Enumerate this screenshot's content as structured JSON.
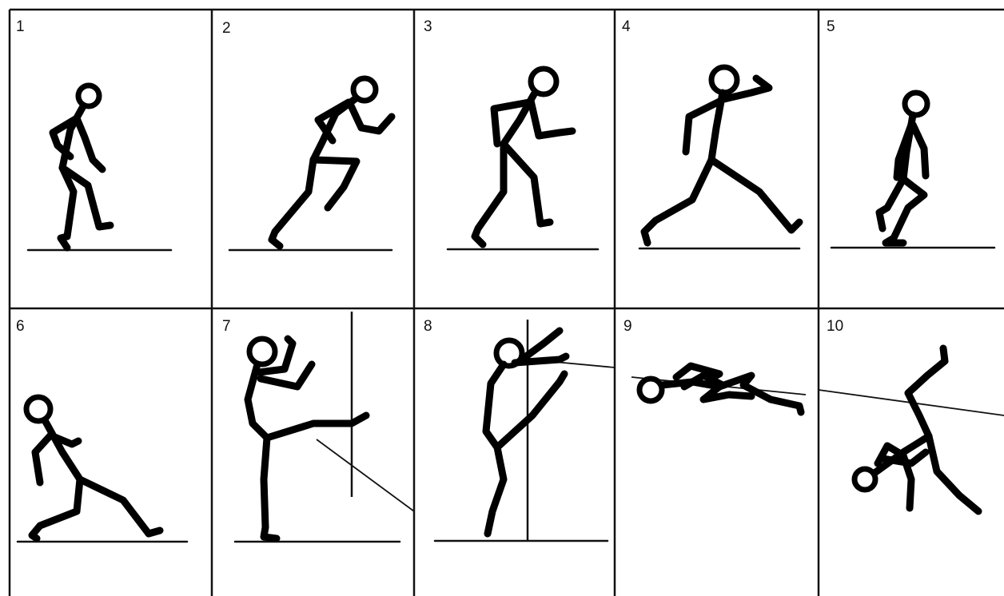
{
  "panels": [
    {
      "number": "1"
    },
    {
      "number": "2"
    },
    {
      "number": "3"
    },
    {
      "number": "4"
    },
    {
      "number": "5"
    },
    {
      "number": "6"
    },
    {
      "number": "7"
    },
    {
      "number": "8"
    },
    {
      "number": "9"
    },
    {
      "number": "10"
    }
  ],
  "colors": {
    "ink": "#000000",
    "paper": "#ffffff"
  }
}
